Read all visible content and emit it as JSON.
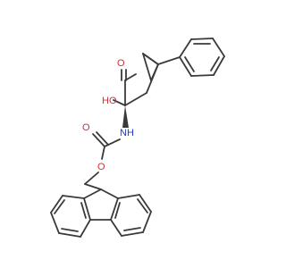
{
  "labels": {
    "ho": "HO",
    "o_acid": "O",
    "nh": "NH",
    "o_carbamate_carbonyl": "O",
    "o_carbamate_ester": "O"
  },
  "colors": {
    "bond": "#3a3a3a",
    "oxygen": "#d32f2f",
    "nitrogen": "#1f3fbf",
    "background": "#ffffff"
  }
}
